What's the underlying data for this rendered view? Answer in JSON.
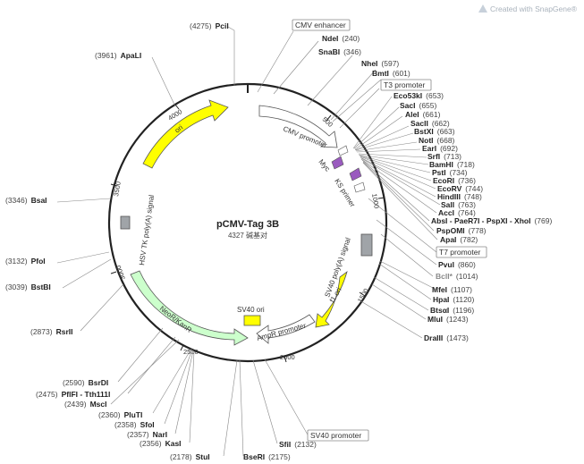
{
  "plasmid": {
    "name": "pCMV-Tag 3B",
    "size_label": "4327 碱基对",
    "length_bp": 4327
  },
  "credit": {
    "text": "Created with SnapGene®"
  },
  "colors": {
    "ori": "#ffff00",
    "neo": "#ccffcc",
    "f1": "#ffff00",
    "tag": "#9a5bbf",
    "gray": "#a0a4a8"
  },
  "sites": [
    {
      "name": "PciI",
      "pos": "(4275)",
      "side": "L"
    },
    {
      "name": "ApaLI",
      "pos": "(3961)",
      "side": "L"
    },
    {
      "name": "BsaI",
      "pos": "(3346)",
      "side": "L"
    },
    {
      "name": "PfoI",
      "pos": "(3132)",
      "side": "L"
    },
    {
      "name": "BstBI",
      "pos": "(3039)",
      "side": "L"
    },
    {
      "name": "RsrII",
      "pos": "(2873)",
      "side": "L"
    },
    {
      "name": "BsrDI",
      "pos": "(2590)",
      "side": "L"
    },
    {
      "name": "PflFI - Tth111I",
      "pos": "(2475)",
      "side": "L"
    },
    {
      "name": "MscI",
      "pos": "(2439)",
      "side": "L"
    },
    {
      "name": "PluTI",
      "pos": "(2360)",
      "side": "L"
    },
    {
      "name": "SfoI",
      "pos": "(2358)",
      "side": "L"
    },
    {
      "name": "NarI",
      "pos": "(2357)",
      "side": "L"
    },
    {
      "name": "KasI",
      "pos": "(2356)",
      "side": "L"
    },
    {
      "name": "StuI",
      "pos": "(2178)",
      "side": "L"
    },
    {
      "name": "BseRI",
      "pos": "(2175)",
      "side": "L"
    },
    {
      "name": "SfiI",
      "pos": "(2132)",
      "side": "R"
    },
    {
      "name": "NdeI",
      "pos": "(240)",
      "side": "R"
    },
    {
      "name": "SnaBI",
      "pos": "(346)",
      "side": "R"
    },
    {
      "name": "NheI",
      "pos": "(597)",
      "side": "R"
    },
    {
      "name": "BmtI",
      "pos": "(601)",
      "side": "R"
    },
    {
      "name": "Eco53kI",
      "pos": "(653)",
      "side": "R"
    },
    {
      "name": "SacI",
      "pos": "(655)",
      "side": "R"
    },
    {
      "name": "AleI",
      "pos": "(661)",
      "side": "R"
    },
    {
      "name": "SacII",
      "pos": "(662)",
      "side": "R"
    },
    {
      "name": "BstXI",
      "pos": "(663)",
      "side": "R"
    },
    {
      "name": "NotI",
      "pos": "(668)",
      "side": "R"
    },
    {
      "name": "EarI",
      "pos": "(692)",
      "side": "R"
    },
    {
      "name": "SrfI",
      "pos": "(713)",
      "side": "R"
    },
    {
      "name": "BamHI",
      "pos": "(718)",
      "side": "R"
    },
    {
      "name": "PstI",
      "pos": "(734)",
      "side": "R"
    },
    {
      "name": "EcoRI",
      "pos": "(736)",
      "side": "R"
    },
    {
      "name": "EcoRV",
      "pos": "(744)",
      "side": "R"
    },
    {
      "name": "HindIII",
      "pos": "(748)",
      "side": "R"
    },
    {
      "name": "SalI",
      "pos": "(763)",
      "side": "R"
    },
    {
      "name": "AccI",
      "pos": "(764)",
      "side": "R"
    },
    {
      "name": "AbsI - PaeR7I - PspXI - XhoI",
      "pos": "(769)",
      "side": "R"
    },
    {
      "name": "PspOMI",
      "pos": "(778)",
      "side": "R"
    },
    {
      "name": "ApaI",
      "pos": "(782)",
      "side": "R"
    },
    {
      "name": "PvuI",
      "pos": "(860)",
      "side": "R"
    },
    {
      "name": "BclI*",
      "pos": "(1014)",
      "side": "R",
      "muted": true
    },
    {
      "name": "MfeI",
      "pos": "(1107)",
      "side": "R"
    },
    {
      "name": "HpaI",
      "pos": "(1120)",
      "side": "R"
    },
    {
      "name": "BtsαI",
      "pos": "(1196)",
      "side": "R"
    },
    {
      "name": "MluI",
      "pos": "(1243)",
      "side": "R"
    },
    {
      "name": "DraIII",
      "pos": "(1473)",
      "side": "R"
    }
  ],
  "boxed_features": [
    {
      "label": "CMV enhancer"
    },
    {
      "label": "T3 promoter"
    },
    {
      "label": "T7 promoter"
    },
    {
      "label": "SV40 promoter"
    }
  ],
  "features": [
    {
      "label": "CMV promoter"
    },
    {
      "label": "ori"
    },
    {
      "label": "HSV TK poly(A) signal"
    },
    {
      "label": "NeoR/KanR"
    },
    {
      "label": "SV40 ori"
    },
    {
      "label": "AmpR promoter"
    },
    {
      "label": "f1 ori"
    },
    {
      "label": "SV40 poly(A) signal"
    },
    {
      "label": "Myc"
    },
    {
      "label": "KS primer"
    }
  ],
  "ticks": [
    "500",
    "1000",
    "1500",
    "2000",
    "2500",
    "3000",
    "3500",
    "4000"
  ]
}
